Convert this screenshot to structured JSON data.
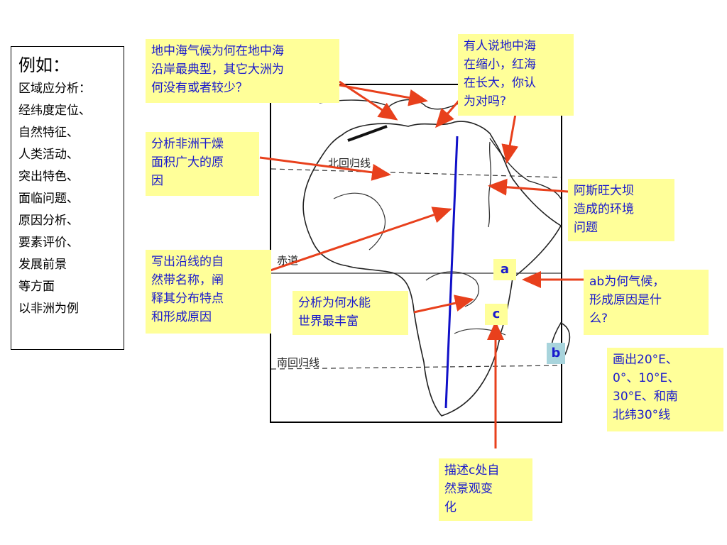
{
  "sidebar": {
    "title": "例如：",
    "lines": [
      "区域应分析：",
      "经纬度定位、",
      "自然特征、",
      "人类活动、",
      "突出特色、",
      "面临问题、",
      "原因分析、",
      "要素评价、",
      "发展前景",
      "等方面",
      "以非洲为例"
    ]
  },
  "notes": {
    "mediterranean": [
      "地中海气候为何在地中海",
      "沿岸最典型，其它大洲为",
      "何没有或者较少？"
    ],
    "redsea": [
      "有人说地中海",
      "在缩小，红海",
      "在长大，你认",
      "为对吗?"
    ],
    "dry": [
      "分析非洲干燥",
      "面积广大的原",
      "因"
    ],
    "aswan": [
      "阿斯旺大坝",
      "造成的环境",
      "问题"
    ],
    "zones": [
      "写出沿线的自",
      "然带名称，阐",
      "释其分布特点",
      "和形成原因"
    ],
    "water": [
      "分析为何水能",
      "世界最丰富"
    ],
    "ab": [
      "ab为何气候，",
      "形成原因是什",
      "么?"
    ],
    "draw": [
      "画出20°E、",
      "0°、10°E、",
      "30°E、和南",
      "北纬30°线"
    ],
    "c_note": [
      "描述c处自",
      "然景观变",
      "化"
    ]
  },
  "map": {
    "tropic_north": "北回归线",
    "equator": "赤道",
    "tropic_south": "南回归线"
  },
  "markers": {
    "a": "a",
    "b": "b",
    "c": "c"
  },
  "colors": {
    "note_bg": "#ffff99",
    "note_text": "#1a1acd",
    "arrow": "#e8401c",
    "transect": "#1010c8"
  }
}
